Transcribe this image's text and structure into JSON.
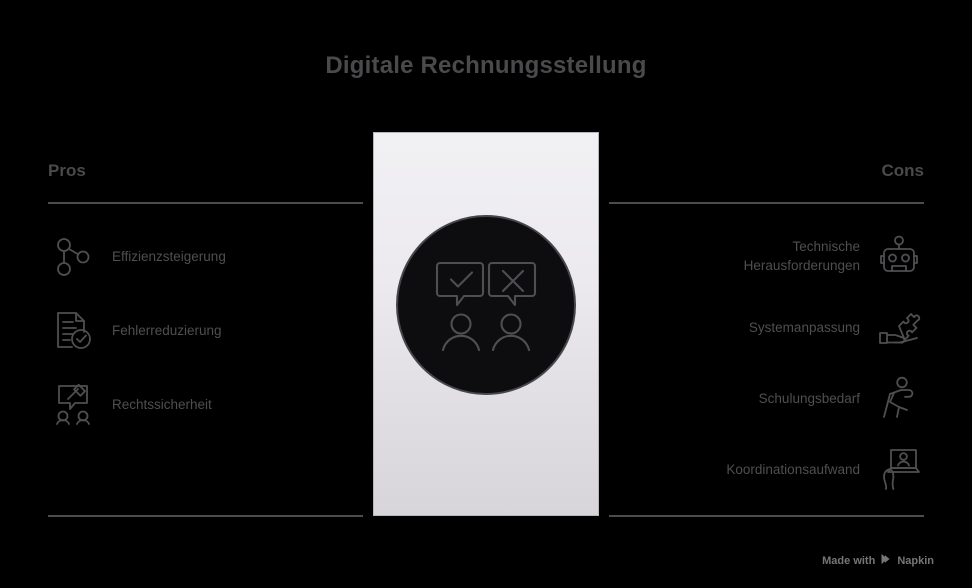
{
  "title": "Digitale Rechnungsstellung",
  "colors": {
    "background": "#000000",
    "title_text": "#4a4a4d",
    "heading_text": "#4a4a4d",
    "label_text": "#4f4f52",
    "rule": "#4c4c4f",
    "panel_top": "#f1f0f3",
    "panel_bottom": "#d7d5da",
    "panel_border": "#b9b7bc",
    "circle_fill": "#0d0d0f",
    "circle_border": "#45454a",
    "icon_stroke": "#4f4f52",
    "footer_text": "#767679"
  },
  "pros": {
    "heading": "Pros",
    "items": [
      {
        "label": "Effizienzsteigerung",
        "icon": "network-nodes-icon"
      },
      {
        "label": "Fehlerreduzierung",
        "icon": "document-check-icon"
      },
      {
        "label": "Rechtssicherheit",
        "icon": "gavel-discussion-icon"
      }
    ]
  },
  "cons": {
    "heading": "Cons",
    "items": [
      {
        "label": "Technische Herausforderungen",
        "icon": "robot-head-icon"
      },
      {
        "label": "Systemanpassung",
        "icon": "hand-puzzle-icon"
      },
      {
        "label": "Schulungsbedarf",
        "icon": "running-person-icon"
      },
      {
        "label": "Koordinationsaufwand",
        "icon": "video-call-icon"
      }
    ]
  },
  "center": {
    "illustration": "two-people-pros-cons-speech-bubbles-icon"
  },
  "footer": {
    "made_with": "Made with",
    "brand": "Napkin",
    "logo": "napkin-logo-icon"
  }
}
